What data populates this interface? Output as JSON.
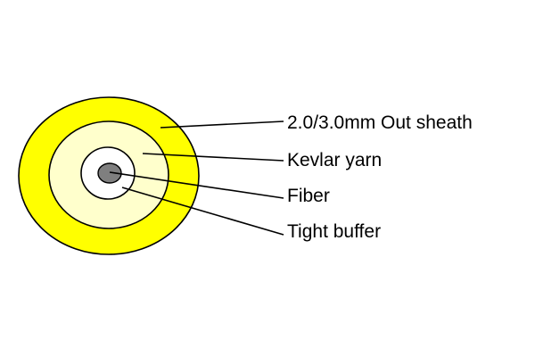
{
  "diagram": {
    "layers": [
      {
        "key": "out_sheath",
        "label": "2.0/3.0mm Out sheath",
        "fill": "#FFFF00"
      },
      {
        "key": "kevlar_yarn",
        "label": "Kevlar yarn",
        "fill": "#FFFFCC"
      },
      {
        "key": "fiber",
        "label": "Fiber",
        "fill": "#7F7F7F"
      },
      {
        "key": "tight_buffer",
        "label": "Tight buffer",
        "fill": "#FFFFFF"
      }
    ],
    "colors": {
      "outline": "#000000",
      "leader_line": "#000000",
      "background": "#FFFFFF"
    }
  }
}
